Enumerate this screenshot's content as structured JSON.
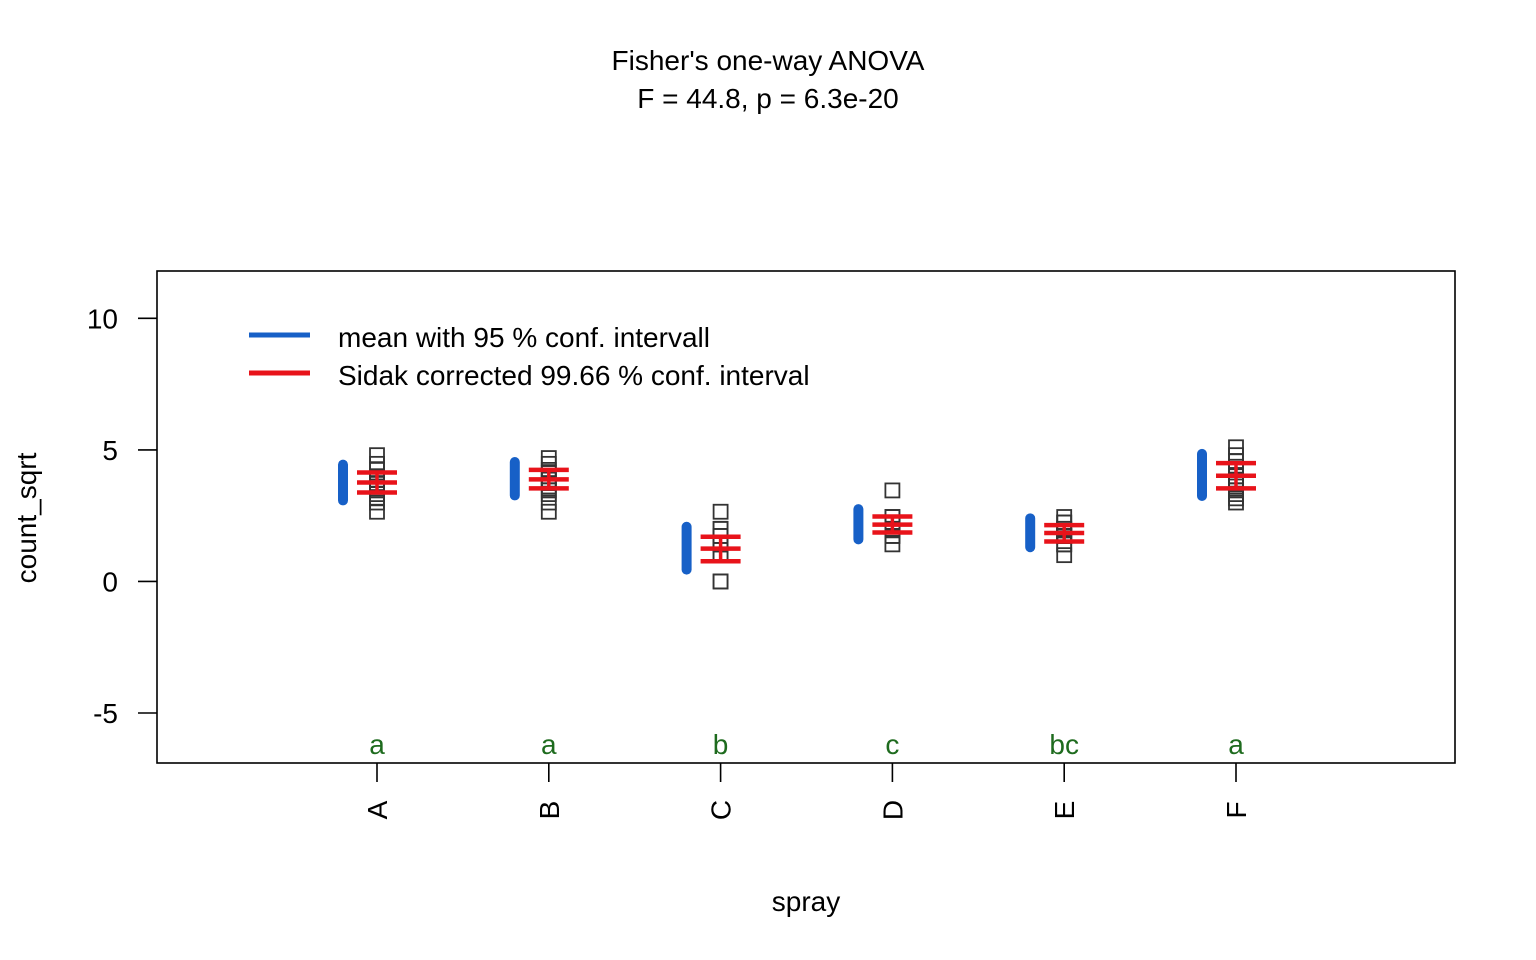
{
  "chart_data": {
    "type": "scatter",
    "title": "Fisher's one-way ANOVA",
    "subtitle": "F = 44.8, p = 6.3e-20",
    "xlabel": "spray",
    "ylabel": "count_sqrt",
    "ylim": [
      -6.9,
      11.8
    ],
    "yticks": [
      -5,
      0,
      5,
      10
    ],
    "grid": false,
    "legend_position": "top-left",
    "legend": [
      {
        "label": "mean with 95 % conf. intervall",
        "color": "#1760C7"
      },
      {
        "label": "Sidak corrected 99.66 % conf. interval",
        "color": "#E8131A"
      }
    ],
    "group_letter_color": "#1E6B1E",
    "point_color": "#333333",
    "categories": [
      "A",
      "B",
      "C",
      "D",
      "E",
      "F"
    ],
    "groups": [
      {
        "name": "A",
        "letter": "a",
        "mean": 3.76,
        "ci95": [
          3.08,
          4.44
        ],
        "ci_sidak": [
          3.38,
          4.14
        ],
        "points": [
          2.65,
          3.0,
          3.16,
          3.32,
          3.46,
          3.61,
          3.74,
          3.87,
          4.0,
          4.24,
          4.47,
          4.8
        ]
      },
      {
        "name": "B",
        "letter": "a",
        "mean": 3.88,
        "ci95": [
          3.27,
          4.54
        ],
        "ci_sidak": [
          3.54,
          4.24
        ],
        "points": [
          2.65,
          3.0,
          3.32,
          3.46,
          3.61,
          3.74,
          3.87,
          4.0,
          4.12,
          4.24,
          4.47,
          4.69
        ]
      },
      {
        "name": "C",
        "letter": "b",
        "mean": 1.25,
        "ci95": [
          0.45,
          2.08
        ],
        "ci_sidak": [
          0.77,
          1.7
        ],
        "points": [
          0.0,
          0.0,
          1.0,
          1.0,
          1.41,
          1.41,
          1.41,
          1.73,
          1.73,
          2.0,
          2.0,
          2.65
        ]
      },
      {
        "name": "D",
        "letter": "c",
        "mean": 2.16,
        "ci95": [
          1.6,
          2.75
        ],
        "ci_sidak": [
          1.86,
          2.47
        ],
        "points": [
          1.41,
          1.73,
          1.73,
          2.0,
          2.0,
          2.24,
          2.24,
          2.24,
          2.24,
          2.45,
          2.45,
          3.46
        ]
      },
      {
        "name": "E",
        "letter": "bc",
        "mean": 1.84,
        "ci95": [
          1.3,
          2.4
        ],
        "ci_sidak": [
          1.52,
          2.14
        ],
        "points": [
          1.0,
          1.41,
          1.41,
          1.73,
          1.73,
          1.73,
          1.73,
          2.0,
          2.0,
          2.24,
          2.24,
          2.45
        ]
      },
      {
        "name": "F",
        "letter": "a",
        "mean": 4.02,
        "ci95": [
          3.25,
          4.85
        ],
        "ci_sidak": [
          3.54,
          4.5
        ],
        "points": [
          3.0,
          3.16,
          3.32,
          3.46,
          3.61,
          3.74,
          3.87,
          4.0,
          4.36,
          4.58,
          4.8,
          5.1
        ]
      }
    ]
  }
}
